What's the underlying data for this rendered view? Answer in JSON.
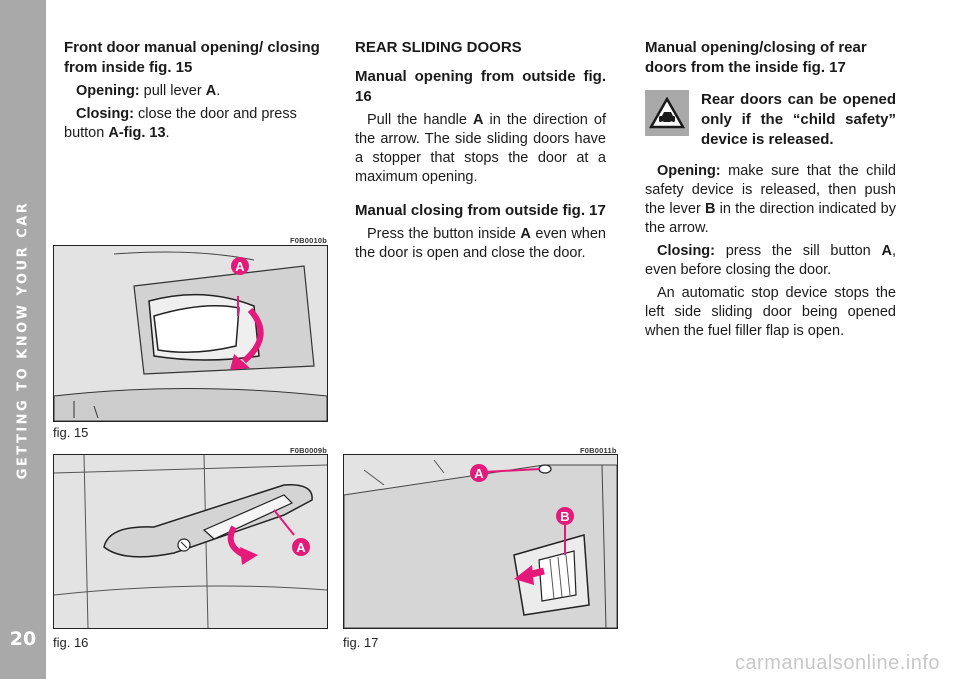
{
  "sidebar": {
    "title": "GETTING TO KNOW YOUR CAR",
    "page_number": "20"
  },
  "col1": {
    "heading": "Front door manual opening/ closing from inside fig. 15",
    "opening_label": "Opening:",
    "opening_text": " pull lever ",
    "opening_key": "A",
    "opening_end": ".",
    "closing_label": "Closing:",
    "closing_text": " close the door and press button ",
    "closing_key": "A-fig. 13",
    "closing_end": "."
  },
  "col2": {
    "section_title": "REAR SLIDING DOORS",
    "sub1_heading": "Manual opening from outside fig. 16",
    "sub1_p1": "Pull the handle ",
    "sub1_key": "A",
    "sub1_p2": " in the direction of the arrow. The side sliding doors have a stopper that stops the door at a maximum opening.",
    "sub2_heading": "Manual closing from outside fig. 17",
    "sub2_p1": "Press the button inside ",
    "sub2_key": "A",
    "sub2_p2": " even when the door is open and close the door."
  },
  "col3": {
    "heading": "Manual opening/closing of rear doors from the inside fig. 17",
    "warning": "Rear doors can be opened only if the “child safety” device is released.",
    "opening_label": "Opening:",
    "opening_p1": " make sure that the child safety device is released, then push the lever ",
    "opening_key": "B",
    "opening_p2": " in the direction indicated by the arrow.",
    "closing_label": "Closing:",
    "closing_p1": " press the sill button ",
    "closing_key": "A",
    "closing_p2": ", even before closing the door.",
    "auto_stop": "An automatic stop device stops the left side sliding door being opened when the fuel filler flap is open."
  },
  "figures": {
    "fig15": {
      "code": "F0B0010b",
      "caption": "fig. 15",
      "label_a": "A"
    },
    "fig16": {
      "code": "F0B0009b",
      "caption": "fig. 16",
      "label_a": "A"
    },
    "fig17": {
      "code": "F0B0011b",
      "caption": "fig. 17",
      "label_a": "A",
      "label_b": "B"
    }
  },
  "watermark": "carmanualsonline.info",
  "colors": {
    "sidebar": "#a9a9a9",
    "accent": "#e4197a"
  }
}
